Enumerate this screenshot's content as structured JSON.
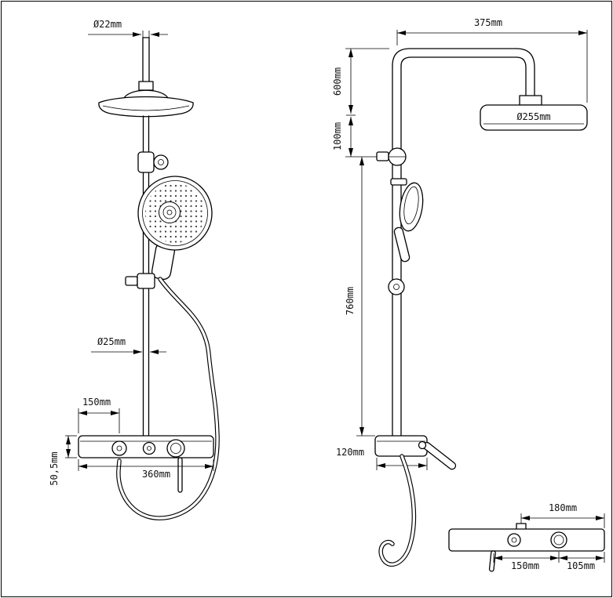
{
  "page": {
    "background": "#ffffff",
    "line_color": "#000000"
  },
  "views": {
    "front": {
      "title": "front-view",
      "dims": {
        "top_pipe_diameter": "Ø22mm",
        "rail_diameter": "Ø25mm",
        "valve_offset": "150mm",
        "shelf_width": "360mm",
        "shelf_height": "50,5mm"
      }
    },
    "side": {
      "title": "side-view",
      "dims": {
        "arm_reach": "375mm",
        "upper_segment": "600mm",
        "head_drop": "100mm",
        "rail_length": "760mm",
        "shelf_depth": "120mm",
        "head_diameter": "Ø255mm"
      }
    },
    "detail": {
      "title": "mixer-detail-view",
      "dims": {
        "top_span": "180mm",
        "bottom_left_span": "150mm",
        "bottom_right_span": "105mm"
      }
    }
  }
}
